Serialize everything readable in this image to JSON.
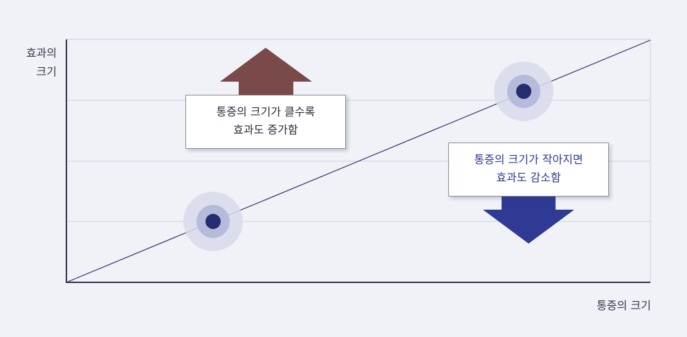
{
  "axes": {
    "y_label_line1": "효과의",
    "y_label_line2": "크기",
    "x_label": "통증의 크기"
  },
  "callouts": {
    "increase_line1": "통증의 크기가 클수록",
    "increase_line2": "효과도 증가함",
    "decrease_line1": "통증의 크기가 작아지면",
    "decrease_line2": "효과도 감소함"
  },
  "colors": {
    "background": "#f1f2f8",
    "axis": "#2d3150",
    "trend_line": "#2d3368",
    "gridline": "#cfd2e0",
    "up_arrow": "#7a4a4a",
    "down_arrow": "#2e3a94",
    "point": "#252d70",
    "halo_outer": "#d9dbeb",
    "halo_inner": "#b6bbdb"
  }
}
